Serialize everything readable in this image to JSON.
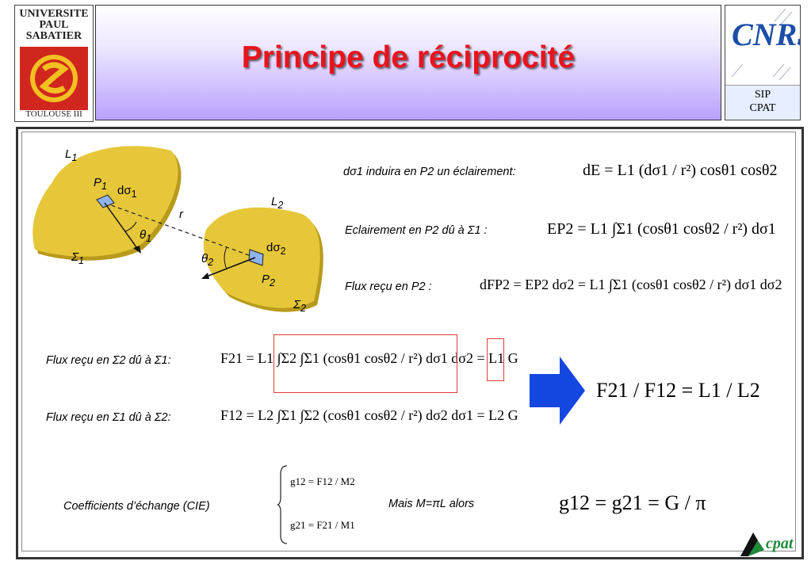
{
  "header": {
    "title": "Principe de réciprocité",
    "left_logo": {
      "line1": "UNIVERSITE",
      "line2": "PAUL",
      "line3": "SABATIER",
      "bottom": "TOULOUSE III"
    },
    "right_logo": {
      "text": "CNRS",
      "line1": "SIP",
      "line2": "CPAT"
    }
  },
  "diagram": {
    "L1": "L",
    "L1_sub": "1",
    "L2": "L",
    "L2_sub": "2",
    "P1": "P",
    "P1_sub": "1",
    "P2": "P",
    "P2_sub": "2",
    "dsigma1": "dσ",
    "dsigma1_sub": "1",
    "dsigma2": "dσ",
    "dsigma2_sub": "2",
    "theta1": "θ",
    "theta1_sub": "1",
    "theta2": "θ",
    "theta2_sub": "2",
    "Sigma1": "Σ",
    "Sigma1_sub": "1",
    "Sigma2": "Σ",
    "Sigma2_sub": "2",
    "r": "r",
    "colors": {
      "surface": "#e6c73a",
      "surface_edge": "#b89a1c",
      "element": "#8fb4ee"
    }
  },
  "lines": {
    "l1_label": "dσ1 induira en P2 un éclairement:",
    "l1_eq": "dE = L1 (dσ1 / r²) cosθ1 cosθ2",
    "l2_label": "Eclairement en P2 dû à Σ1 :",
    "l2_eq": "EP2 = L1 ∫Σ1 (cosθ1 cosθ2 / r²) dσ1",
    "l3_label": "Flux reçu en P2 :",
    "l3_eq": "dFP2 = EP2 dσ2 = L1 ∫Σ1 (cosθ1 cosθ2 / r²) dσ1 dσ2",
    "l4_label": "Flux reçu en Σ2 dû à Σ1:",
    "l4_eq": "F21 = L1 ∫Σ2 ∫Σ1 (cosθ1 cosθ2 / r²) dσ1 dσ2 = L1 G",
    "l5_label": "Flux reçu en Σ1 dû à Σ2:",
    "l5_eq": "F12 = L2 ∫Σ1 ∫Σ2 (cosθ1 cosθ2 / r²) dσ2 dσ1 = L2 G",
    "ratio_eq": "F21 / F12 = L1 / L2",
    "coef_label": "Coefficients d’échange (CIE)",
    "coef_eq1": "g12 = F12 / M2",
    "coef_eq2": "g21 = F21 / M1",
    "mais": "Mais M=πL alors",
    "final_eq": "g12 = g21 = G / π"
  },
  "footer": {
    "logo": "cpat"
  },
  "colors": {
    "title": "#e8141d",
    "arrow": "#1446e0",
    "highlight": "#e23a3a"
  }
}
